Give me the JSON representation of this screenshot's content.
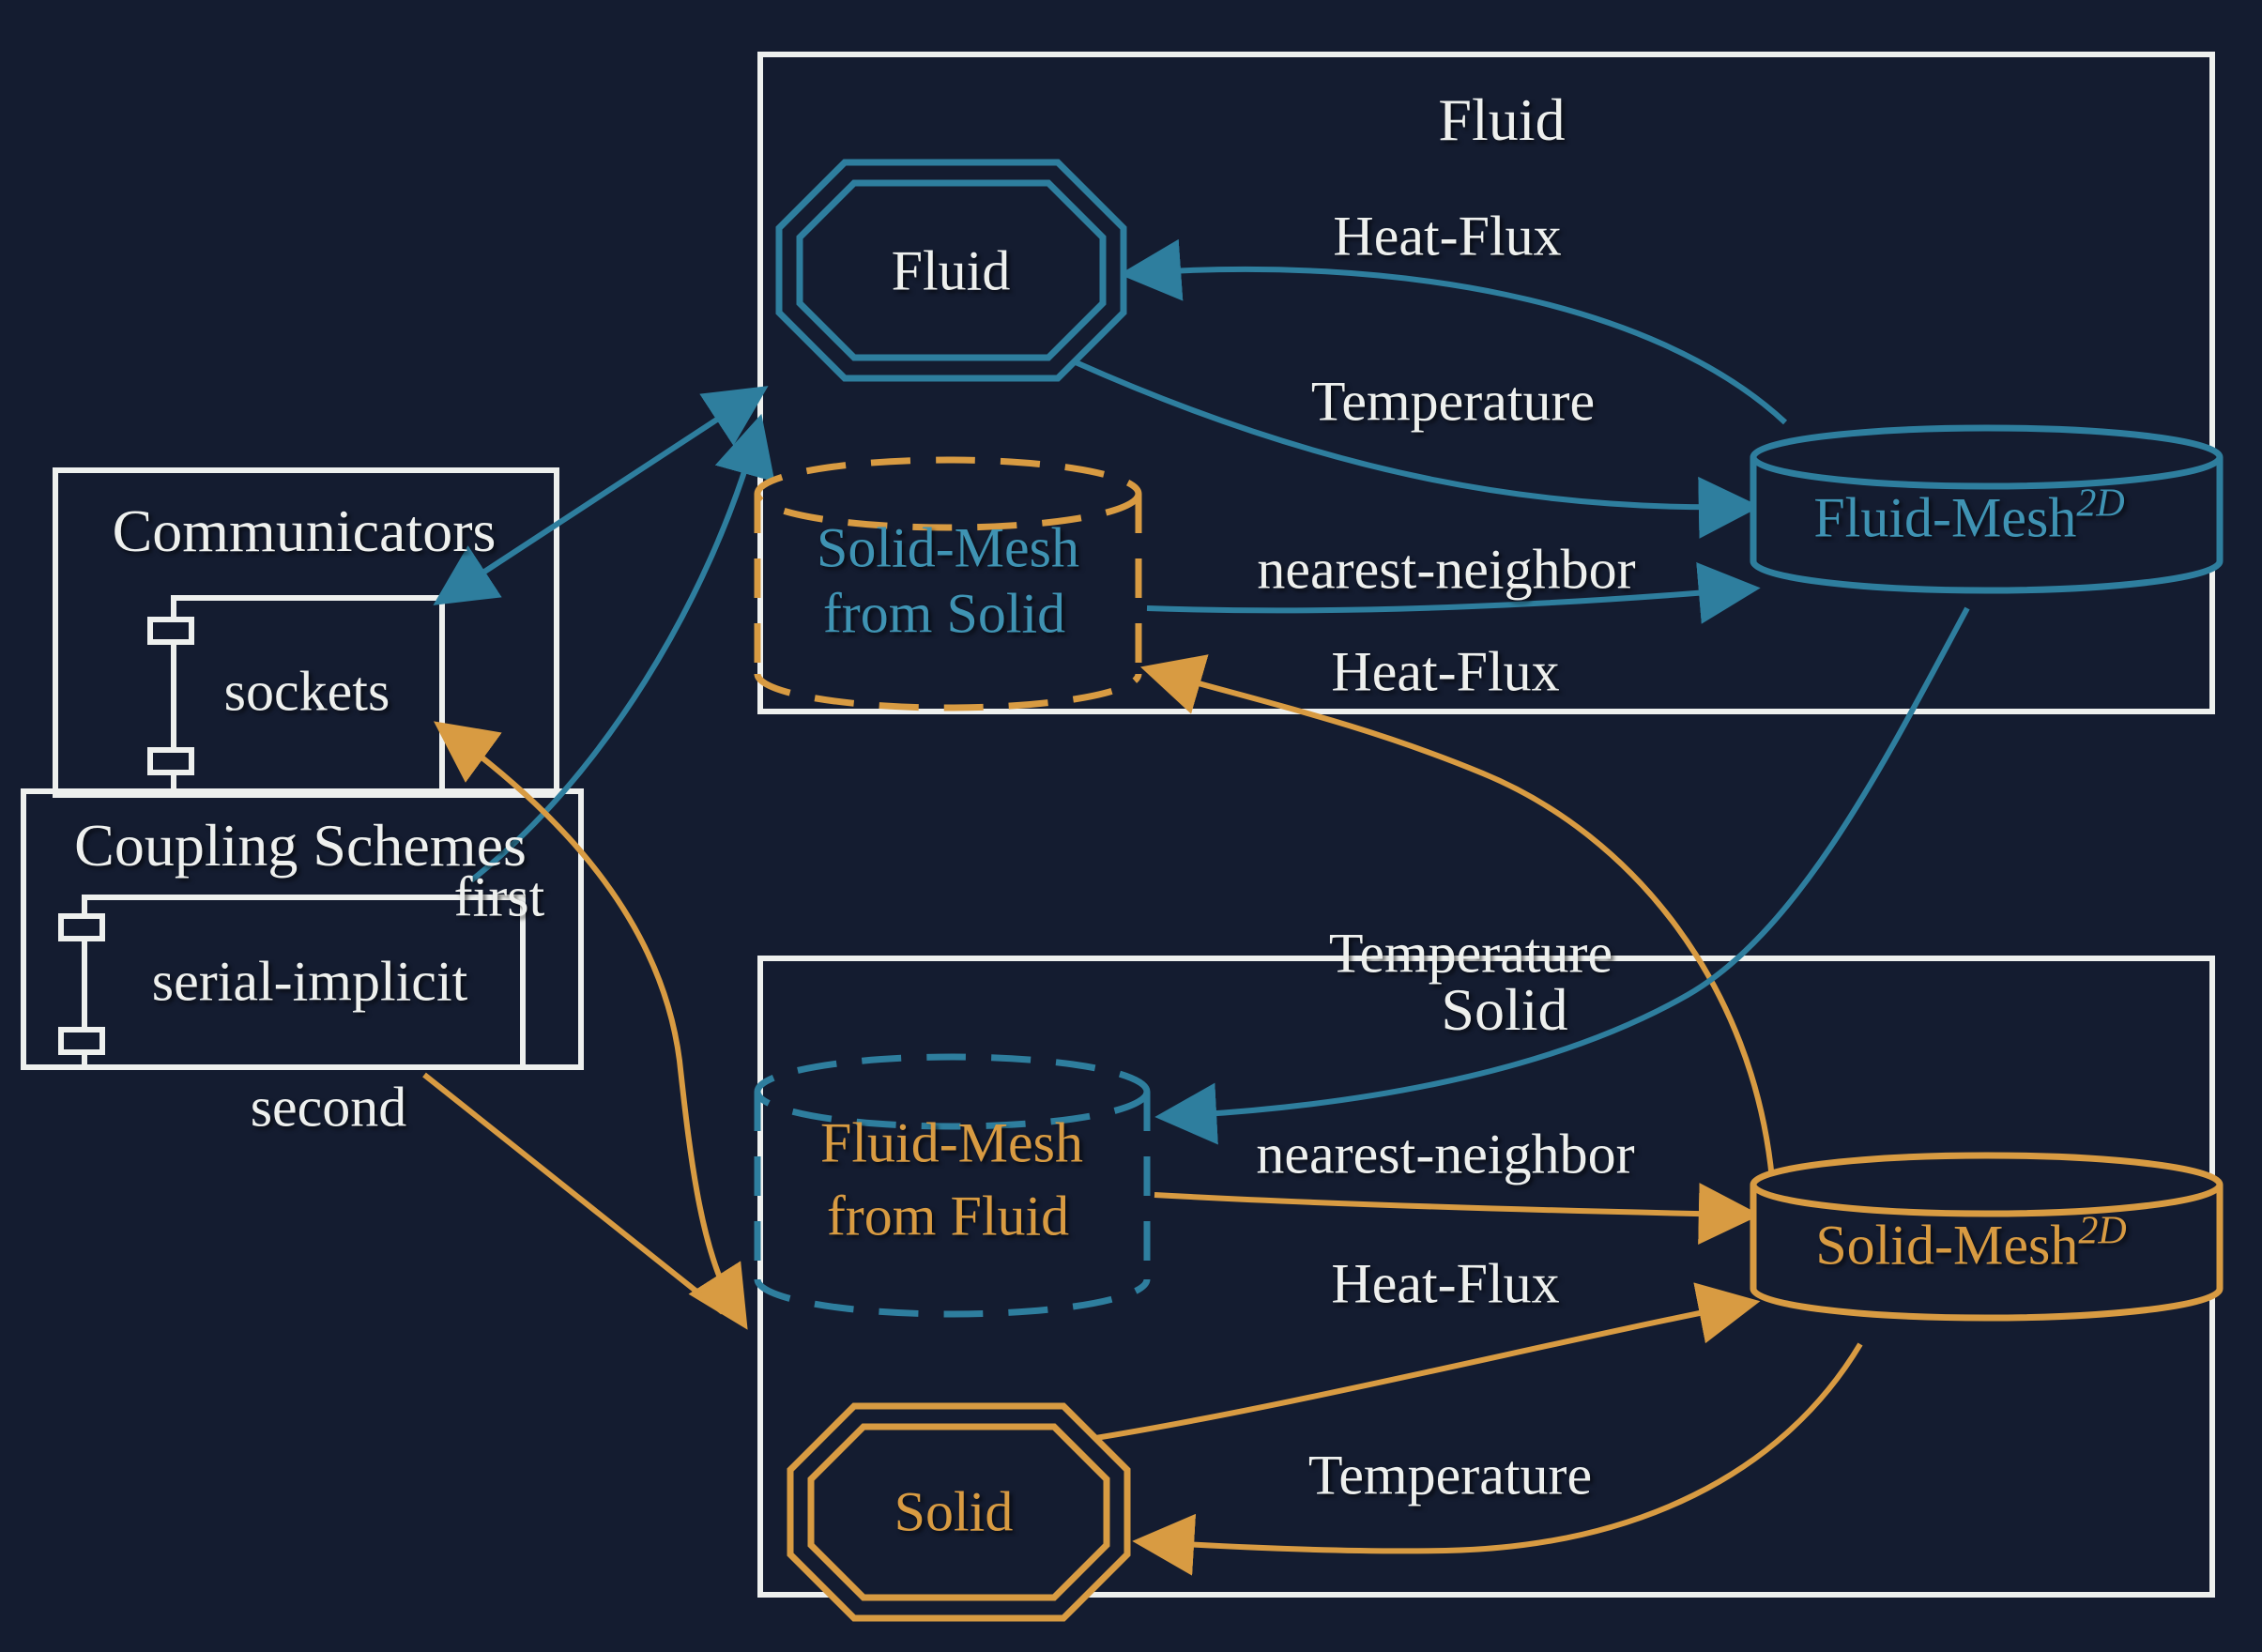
{
  "colors": {
    "background": "#141c30",
    "box_border": "#eef0ee",
    "teal": "#2e7e9e",
    "teal_text": "#3f93b3",
    "orange": "#d89b42"
  },
  "left_panel": {
    "communicators": {
      "title": "Communicators",
      "component": "sockets"
    },
    "coupling_schemes": {
      "title": "Coupling Schemes",
      "component": "serial-implicit",
      "first_label": "first",
      "second_label": "second"
    }
  },
  "fluid_participant": {
    "box_title": "Fluid",
    "solver_label": "Fluid",
    "mesh_label": "Fluid-Mesh",
    "mesh_sup": "2D",
    "ghost_mesh_line1": "Solid-Mesh",
    "ghost_mesh_line2": "from Solid",
    "arrow_labels": {
      "heat_flux": "Heat-Flux",
      "temperature": "Temperature",
      "mapping": "nearest-neighbor",
      "mapped_heat_flux": "Heat-Flux"
    }
  },
  "solid_participant": {
    "box_title": "Solid",
    "solver_label": "Solid",
    "mesh_label": "Solid-Mesh",
    "mesh_sup": "2D",
    "ghost_mesh_line1": "Fluid-Mesh",
    "ghost_mesh_line2": "from Fluid",
    "arrow_labels": {
      "temperature_in": "Temperature",
      "mapping": "nearest-neighbor",
      "heat_flux": "Heat-Flux",
      "temperature": "Temperature"
    }
  }
}
